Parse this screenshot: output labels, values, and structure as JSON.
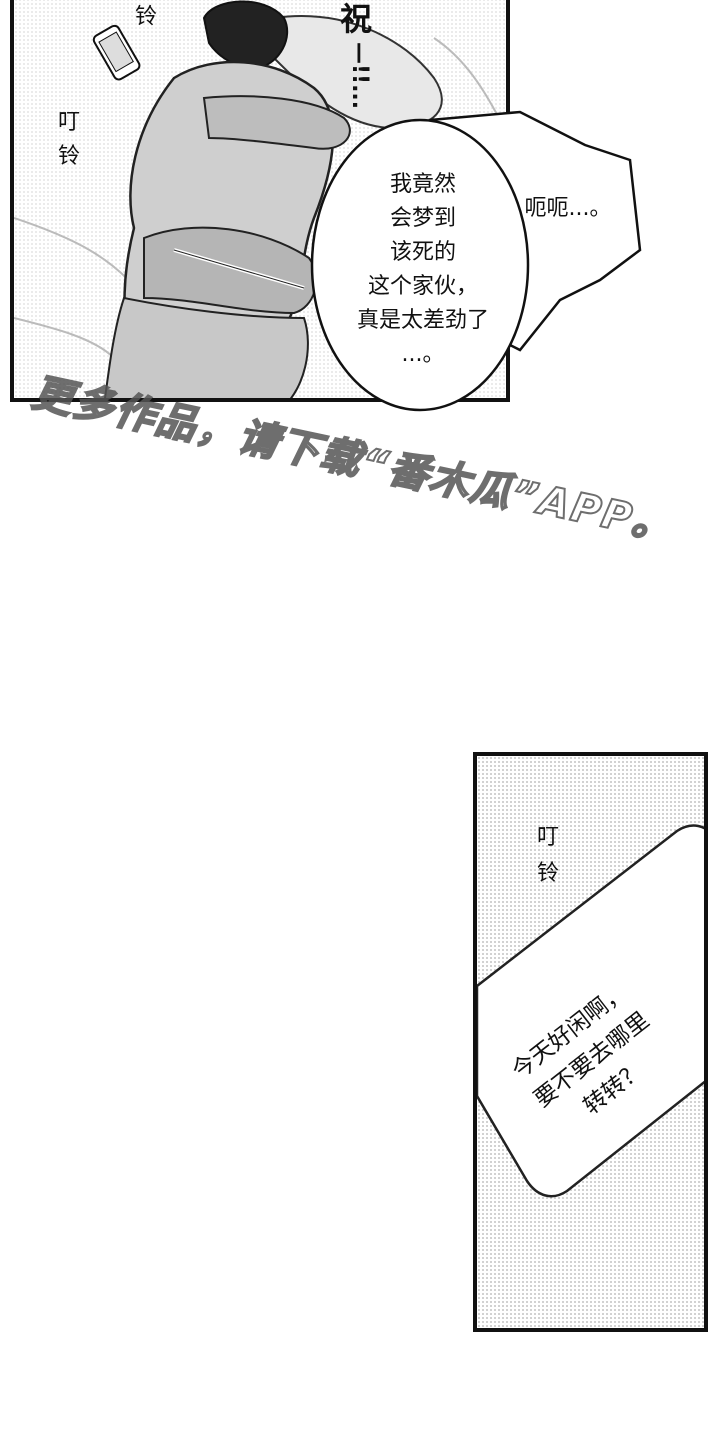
{
  "panel_top": {
    "sfx_ring_top": "铃",
    "sfx_ring_left": [
      "叮",
      "铃"
    ],
    "sfx_big": "祝",
    "sfx_big_tail": "—!!...",
    "speech_main": "我竟然\n会梦到\n该死的\n这个家伙，\n真是太差劲了\n...。",
    "speech_groan": "呃呃...。"
  },
  "watermark": "更多作品，请下载“番木瓜”APP。",
  "panel_bottom": {
    "sfx_ring": [
      "叮",
      "铃"
    ],
    "phone_message": "今天好闲啊，\n要不要去哪里\n转转？"
  }
}
